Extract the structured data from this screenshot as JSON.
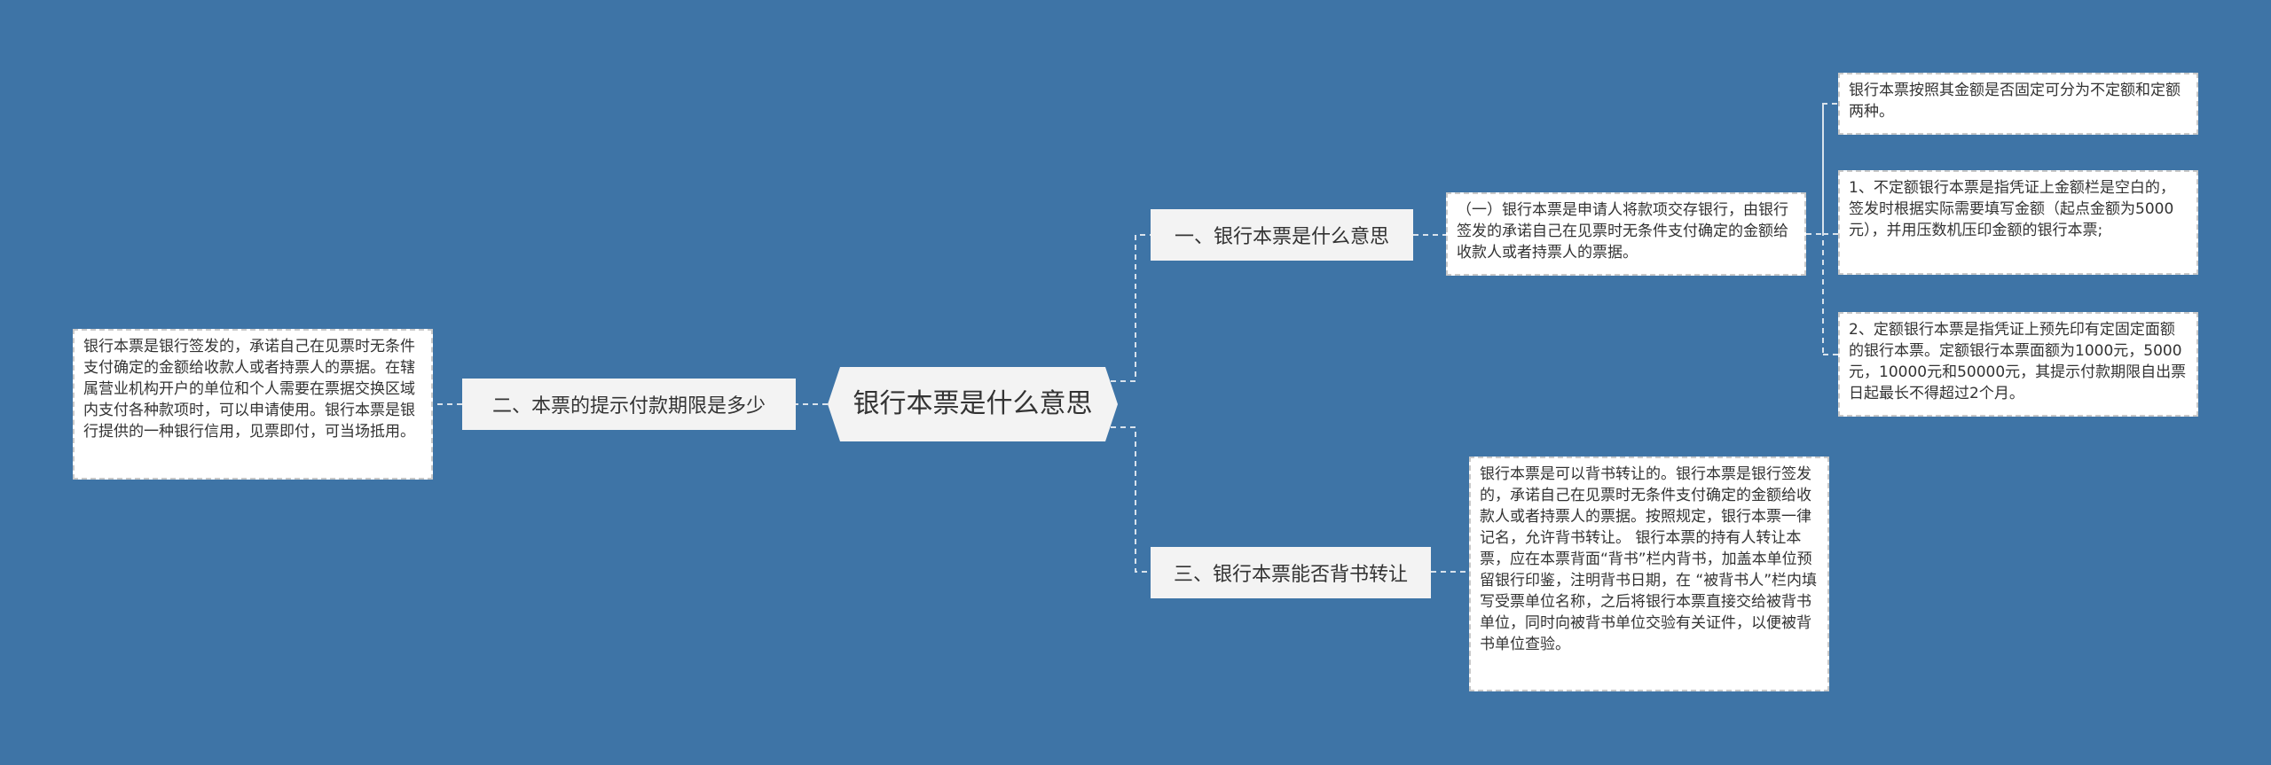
{
  "root": {
    "label": "银行本票是什么意思"
  },
  "branches": [
    {
      "label": "一、银行本票是什么意思",
      "detail": "（一）银行本票是申请人将款项交存银行，由银行签发的承诺自己在见票时无条件支付确定的金额给收款人或者持票人的票据。",
      "children": [
        "银行本票按照其金额是否固定可分为不定额和定额两种。",
        "1、不定额银行本票是指凭证上金额栏是空白的，签发时根据实际需要填写金额（起点金额为5000元），并用压数机压印金额的银行本票;",
        "2、定额银行本票是指凭证上预先印有定固定面额的银行本票。定额银行本票面额为1000元，5000元，10000元和50000元，其提示付款期限自出票日起最长不得超过2个月。"
      ]
    },
    {
      "label": "二、本票的提示付款期限是多少",
      "detail": "银行本票是银行签发的，承诺自己在见票时无条件支付确定的金额给收款人或者持票人的票据。在辖属营业机构开户的单位和个人需要在票据交换区域内支付各种款项时，可以申请使用。银行本票是银行提供的一种银行信用，见票即付，可当场抵用。"
    },
    {
      "label": "三、银行本票能否背书转让",
      "detail": "银行本票是可以背书转让的。银行本票是银行签发的，承诺自己在见票时无条件支付确定的金额给收款人或者持票人的票据。按照规定，银行本票一律记名，允许背书转让。 银行本票的持有人转让本票，应在本票背面“背书”栏内背书，加盖本单位预留银行印鉴，注明背书日期，在 “被背书人”栏内填写受票单位名称，之后将银行本票直接交给被背书单位，同时向被背书单位交验有关证件，以便被背书单位查验。"
    }
  ],
  "colors": {
    "background": "#3e74a6",
    "node": "#f3f3f3",
    "leaf": "#ffffff",
    "connector": "#d8e2ec"
  }
}
